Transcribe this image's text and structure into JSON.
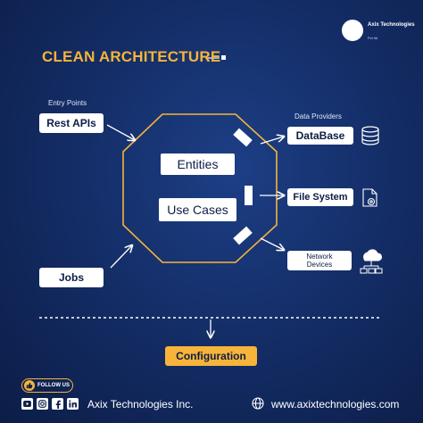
{
  "brand": {
    "name": "Axix Technologies",
    "suffix": "Pvt ltd"
  },
  "title": "CLEAN ARCHITECTURE",
  "entry_points": {
    "caption": "Entry Points",
    "rest_apis": "Rest APIs",
    "jobs": "Jobs"
  },
  "core": {
    "entities": "Entities",
    "use_cases": "Use Cases"
  },
  "data_providers": {
    "caption": "Data Providers",
    "database": "DataBase",
    "file_system": "File System",
    "network_devices": "Network\nDevices"
  },
  "configuration": "Configuration",
  "footer": {
    "follow_us": "FOLLOW US",
    "company": "Axix Technologies Inc.",
    "website": "www.axixtechnologies.com"
  },
  "colors": {
    "background": "#142e68",
    "accent": "#f7b43a",
    "box": "#ffffff"
  },
  "icons": [
    "thumbs-up-icon",
    "youtube-icon",
    "instagram-icon",
    "facebook-icon",
    "linkedin-icon",
    "globe-icon",
    "database-icon",
    "file-settings-icon",
    "network-devices-icon"
  ]
}
